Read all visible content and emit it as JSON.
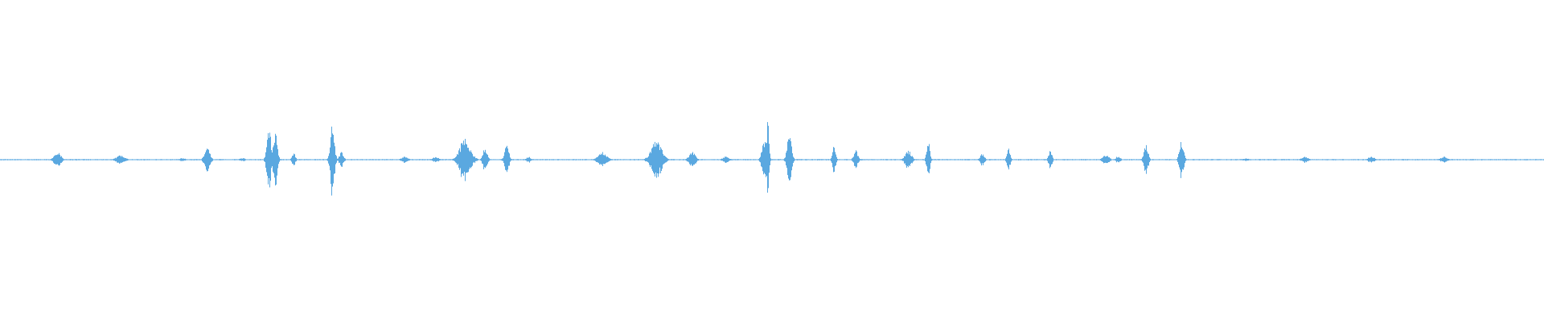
{
  "waveform": {
    "color": "#5aa8e0",
    "background": "#ffffff",
    "baseline_amplitude": 0.004,
    "bursts": [
      {
        "t": 0.037,
        "amp": 0.055,
        "width": 0.003
      },
      {
        "t": 0.078,
        "amp": 0.03,
        "width": 0.004
      },
      {
        "t": 0.118,
        "amp": 0.01,
        "width": 0.003
      },
      {
        "t": 0.134,
        "amp": 0.08,
        "width": 0.0025
      },
      {
        "t": 0.157,
        "amp": 0.01,
        "width": 0.003
      },
      {
        "t": 0.174,
        "amp": 0.2,
        "width": 0.002
      },
      {
        "t": 0.178,
        "amp": 0.17,
        "width": 0.002
      },
      {
        "t": 0.19,
        "amp": 0.05,
        "width": 0.0015
      },
      {
        "t": 0.215,
        "amp": 0.22,
        "width": 0.002
      },
      {
        "t": 0.221,
        "amp": 0.05,
        "width": 0.002
      },
      {
        "t": 0.262,
        "amp": 0.02,
        "width": 0.003
      },
      {
        "t": 0.282,
        "amp": 0.018,
        "width": 0.003
      },
      {
        "t": 0.301,
        "amp": 0.14,
        "width": 0.005
      },
      {
        "t": 0.314,
        "amp": 0.08,
        "width": 0.002
      },
      {
        "t": 0.328,
        "amp": 0.1,
        "width": 0.002
      },
      {
        "t": 0.342,
        "amp": 0.02,
        "width": 0.002
      },
      {
        "t": 0.39,
        "amp": 0.05,
        "width": 0.004
      },
      {
        "t": 0.425,
        "amp": 0.12,
        "width": 0.005
      },
      {
        "t": 0.448,
        "amp": 0.05,
        "width": 0.003
      },
      {
        "t": 0.47,
        "amp": 0.02,
        "width": 0.003
      },
      {
        "t": 0.495,
        "amp": 0.12,
        "width": 0.0025
      },
      {
        "t": 0.497,
        "amp": 0.25,
        "width": 0.0012
      },
      {
        "t": 0.511,
        "amp": 0.2,
        "width": 0.002
      },
      {
        "t": 0.54,
        "amp": 0.09,
        "width": 0.0015
      },
      {
        "t": 0.554,
        "amp": 0.06,
        "width": 0.002
      },
      {
        "t": 0.588,
        "amp": 0.06,
        "width": 0.003
      },
      {
        "t": 0.601,
        "amp": 0.12,
        "width": 0.0015
      },
      {
        "t": 0.636,
        "amp": 0.04,
        "width": 0.002
      },
      {
        "t": 0.653,
        "amp": 0.08,
        "width": 0.0015
      },
      {
        "t": 0.68,
        "amp": 0.07,
        "width": 0.0015
      },
      {
        "t": 0.716,
        "amp": 0.03,
        "width": 0.003
      },
      {
        "t": 0.724,
        "amp": 0.025,
        "width": 0.002
      },
      {
        "t": 0.742,
        "amp": 0.1,
        "width": 0.002
      },
      {
        "t": 0.765,
        "amp": 0.12,
        "width": 0.002
      },
      {
        "t": 0.807,
        "amp": 0.01,
        "width": 0.003
      },
      {
        "t": 0.845,
        "amp": 0.02,
        "width": 0.003
      },
      {
        "t": 0.888,
        "amp": 0.02,
        "width": 0.003
      },
      {
        "t": 0.935,
        "amp": 0.02,
        "width": 0.003
      }
    ]
  }
}
